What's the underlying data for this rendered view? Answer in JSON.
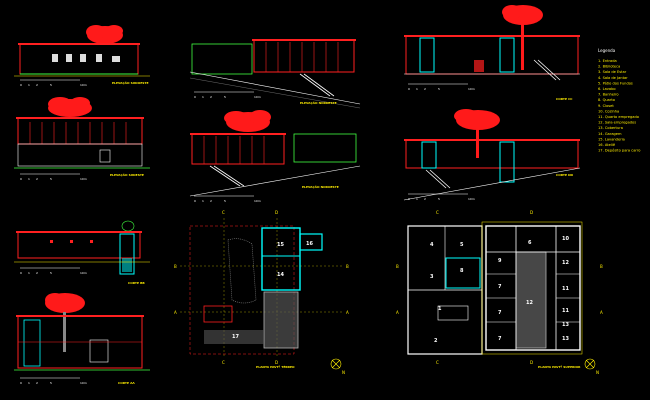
{
  "drawing": {
    "background": "#000000",
    "colors": {
      "tree": "#ff1a1a",
      "line_cyan": "#00ffff",
      "line_white": "#ffffff",
      "line_red": "#ff2020",
      "line_yellow": "#ffee00",
      "line_green": "#40ff40",
      "hatch_grey": "#888888"
    }
  },
  "views": {
    "elev1": {
      "title": "ELEVAÇÃO SUDOESTE",
      "scale_ticks": [
        "0",
        "1",
        "2",
        "",
        "5",
        "10m"
      ]
    },
    "elev2": {
      "title": "ELEVAÇÃO SUDESTE",
      "scale_ticks": [
        "0",
        "1",
        "2",
        "",
        "5",
        "10m"
      ]
    },
    "elev3": {
      "title": "ELEVAÇÃO NORDESTE",
      "scale_ticks": [
        "0",
        "1",
        "2",
        "",
        "5",
        "10m"
      ]
    },
    "elev4": {
      "title": "ELEVAÇÃO NOROESTE",
      "scale_ticks": [
        "0",
        "1",
        "2",
        "",
        "5",
        "10m"
      ]
    },
    "sec1": {
      "title": "CORTE BB",
      "scale_ticks": [
        "0",
        "1",
        "2",
        "",
        "5",
        "10m"
      ]
    },
    "sec2": {
      "title": "CORTE AA",
      "scale_ticks": [
        "0",
        "1",
        "2",
        "",
        "5",
        "10m"
      ]
    },
    "sec3": {
      "title": "CORTE CC",
      "scale_ticks": [
        "0",
        "1",
        "2",
        "",
        "5",
        "10m"
      ]
    },
    "sec4": {
      "title": "CORTE DD",
      "scale_ticks": [
        "0",
        "1",
        "2",
        "",
        "5",
        "10m"
      ]
    },
    "plan1": {
      "title": "PLANTA PAVTº TÉRREO",
      "scale_ticks": [
        "0",
        "1",
        "2",
        "",
        "5",
        "10m"
      ]
    },
    "plan2": {
      "title": "PLANTA PAVTº SUPERIOR",
      "scale_ticks": [
        "0",
        "1",
        "2",
        "",
        "5",
        "10m"
      ]
    }
  },
  "plan1_rooms": [
    "15",
    "16",
    "14",
    "17"
  ],
  "plan2_rooms": [
    "4",
    "5",
    "8",
    "3",
    "6",
    "1",
    "2",
    "10",
    "12",
    "9",
    "7",
    "7",
    "7",
    "11",
    "11",
    "12",
    "13",
    "13"
  ],
  "grid_labels": {
    "plan1": [
      "C",
      "D",
      "B",
      "B",
      "A",
      "A",
      "C",
      "D"
    ],
    "plan2": [
      "C",
      "D",
      "B",
      "B",
      "A",
      "A",
      "C",
      "D"
    ]
  },
  "north": "N",
  "legend": {
    "title": "Legenda",
    "items": [
      "1. Entrada",
      "2. Biblioteca",
      "3. Sala de Estar",
      "4. Sala de Jantar",
      "5. Pátio dos Fundos",
      "6. Lavabo",
      "7. Banheiro",
      "8. Quarto",
      "9. Closet",
      "10. Cozinha",
      "11. Quarto empregado",
      "12. Sala empregados",
      "13. Cobertura",
      "14. Garagem",
      "15. Lavanderia",
      "16. Ateliê",
      "17. Depósito para carro"
    ]
  }
}
